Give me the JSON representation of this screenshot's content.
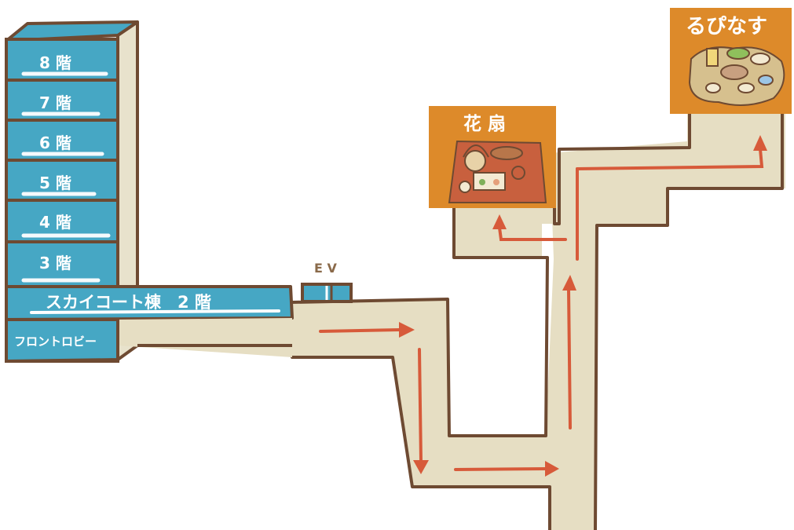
{
  "building": {
    "floors": [
      {
        "id": "8",
        "label": "8 階"
      },
      {
        "id": "7",
        "label": "7 階"
      },
      {
        "id": "6",
        "label": "6 階"
      },
      {
        "id": "5",
        "label": "5 階"
      },
      {
        "id": "4",
        "label": "4 階"
      },
      {
        "id": "3",
        "label": "3 階"
      }
    ],
    "skycourt_label": "スカイコート棟　2 階",
    "lobby_label": "フロントロビー"
  },
  "elevator_label": "E V",
  "destinations": {
    "kasen": {
      "name": "花 扇",
      "icon": "japanese-meal-tray-icon"
    },
    "rupinasu": {
      "name": "るぴなす",
      "icon": "buffet-table-icon"
    }
  },
  "colors": {
    "building_blue": "#46a7c4",
    "outline_brown": "#6e4a32",
    "path_beige": "#e6dec3",
    "route_red": "#d75a3a",
    "sign_orange": "#dd8a2a"
  }
}
